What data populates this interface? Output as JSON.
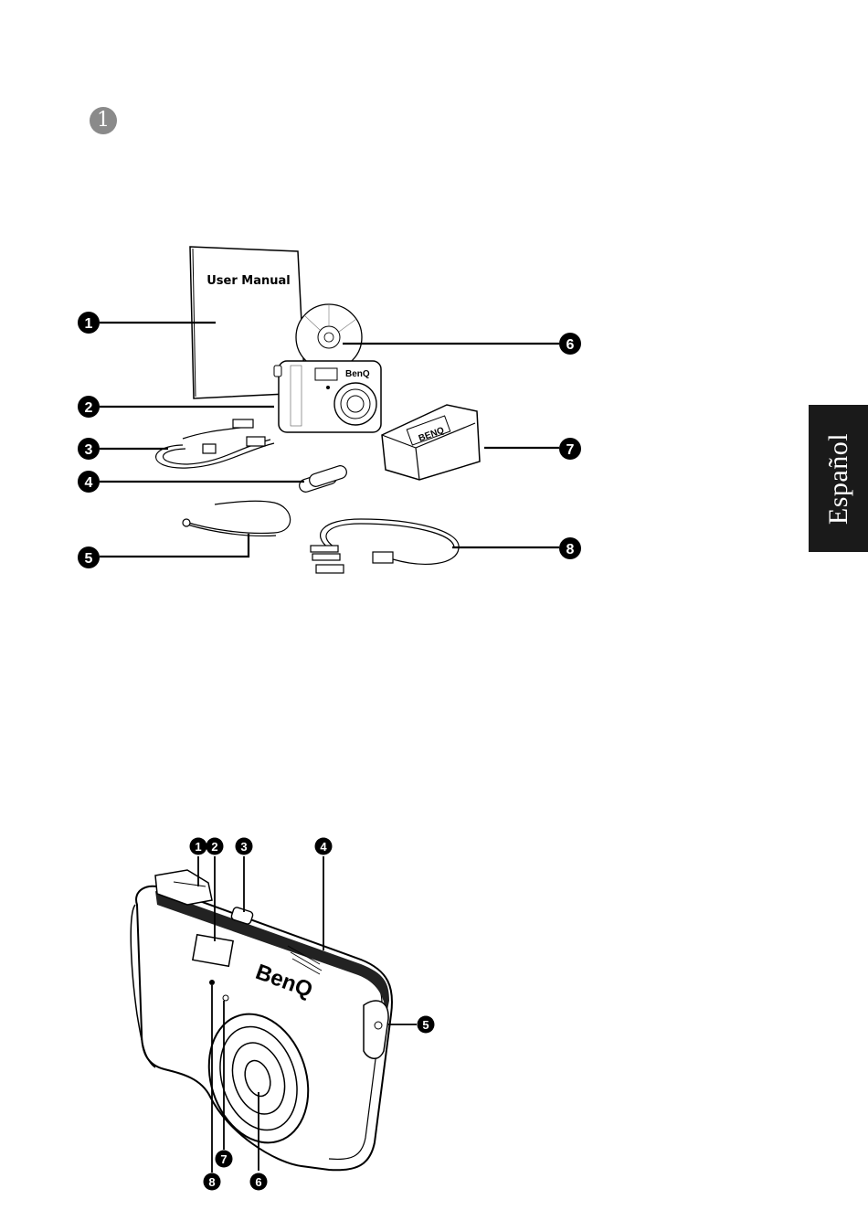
{
  "chapter_number": "1",
  "language_tab": "Español",
  "package_contents": {
    "manual_title": "User Manual",
    "callouts": [
      "1",
      "2",
      "3",
      "4",
      "5",
      "6",
      "7",
      "8"
    ]
  },
  "camera_front": {
    "brand": "BenQ",
    "callouts": [
      "1",
      "2",
      "3",
      "4",
      "5",
      "6",
      "7",
      "8"
    ]
  }
}
